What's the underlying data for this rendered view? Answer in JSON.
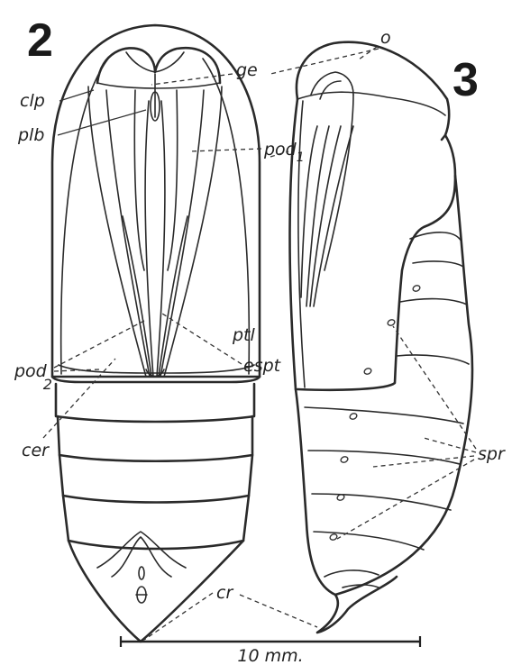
{
  "figure": {
    "ventral_view_number": "2",
    "lateral_view_number": "3",
    "labels": {
      "o": "o",
      "ge": "ge",
      "clp": "clp",
      "plb": "plb",
      "pod": "pod",
      "pod1_sub": "1",
      "pod2": "pod",
      "pod2_sub": "2",
      "ptl": "ptl",
      "espt": "espt",
      "cer": "cer",
      "spr": "spr",
      "cr": "cr"
    },
    "scale_bar": "10 mm."
  }
}
